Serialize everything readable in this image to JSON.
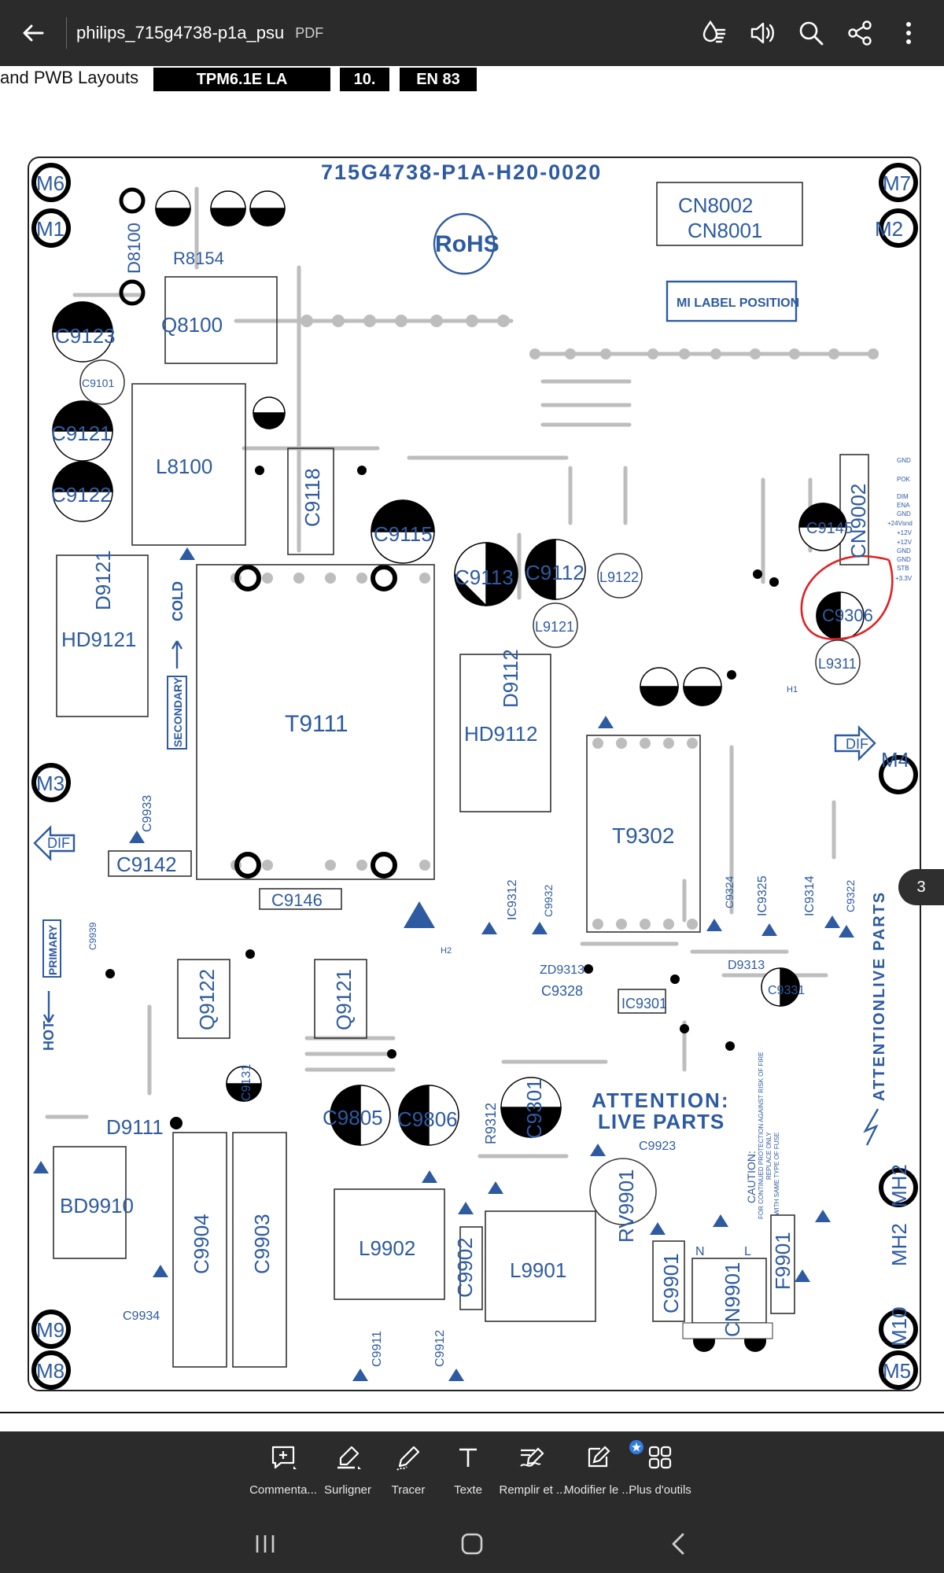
{
  "app": {
    "file_name": "philips_715g4738-p1a_psu",
    "file_type": "PDF",
    "icons": [
      "back-arrow-icon",
      "read-aloud-drop-icon",
      "speaker-icon",
      "search-icon",
      "share-icon",
      "more-vertical-icon"
    ]
  },
  "page_header": {
    "title": "and PWB Layouts",
    "model": "TPM6.1E LA",
    "section": "10.",
    "page": "EN 83"
  },
  "board": {
    "part_number": "715G4738-P1A-H20-0020",
    "rohs": "RoHS",
    "mi_label": "MI LABEL POSITION",
    "attention": [
      "ATTENTION:",
      "LIVE PARTS"
    ],
    "attention_side": "ATTENTIONLIVE PARTS",
    "cold": "COLD",
    "secondary": "SECONDARY",
    "hot": "HOT",
    "primary": "PRIMARY",
    "caution": [
      "CAUTION:",
      "FOR CONTINUED PROTECTION AGAINST RISK OF FIRE",
      "REPLACE ONLY",
      "WITH SAME TYPE OF FUSE"
    ],
    "cn9002_pins": [
      "GND",
      "POK",
      "DIM",
      "ENA",
      "GND",
      "+24Vsnd",
      "+12V",
      "+12V",
      "GND",
      "GND",
      "STB",
      "+3.3V"
    ],
    "labels": {
      "m6": "M6",
      "m7": "M7",
      "m1": "M1",
      "m2": "M2",
      "m3": "M3",
      "m4": "M4",
      "m9": "M9",
      "m8": "M8",
      "m10": "M10",
      "m5": "M5",
      "mh2": "MH2",
      "mh1": "MH2",
      "d8100": "D8100",
      "r8154": "R8154",
      "c9123": "C9123",
      "q8100": "Q8100",
      "c9101": "C9101",
      "c9121": "C9121",
      "c9122": "C9122",
      "l8100": "L8100",
      "c9118": "C9118",
      "c9115": "C9115",
      "c9113": "C9113",
      "c9112": "C9112",
      "l9122": "L9122",
      "l9121": "L9121",
      "cn8002": "CN8002",
      "cn8001": "CN8001",
      "cn9002": "CN9002",
      "c9145": "C9145",
      "c9306": "C9306",
      "l9311": "L9311",
      "d9121": "D9121",
      "hd9121": "HD9121",
      "t9111": "T9111",
      "d9112": "D9112",
      "hd9112": "HD9112",
      "t9302": "T9302",
      "c9933": "C9933",
      "c9142": "C9142",
      "c9146": "C9146",
      "dif_left": "DIF",
      "dif_right": "DIF",
      "q9122": "Q9122",
      "q9121": "Q9121",
      "zd9313": "ZD9313",
      "c9328": "C9328",
      "ic9301": "IC9301",
      "c9331": "C9331",
      "d9313": "D9313",
      "d9111": "D9111",
      "c9131": "C9131",
      "c9805": "C9805",
      "c9806": "C9806",
      "r9312": "R9312",
      "c9301": "C9301",
      "c9923": "C9923",
      "bd9910": "BD9910",
      "c9904": "C9904",
      "c9903": "C9903",
      "l9902": "L9902",
      "c9902": "C9902",
      "l9901": "L9901",
      "rv9901": "RV9901",
      "c9901": "C9901",
      "cn9901": "CN9901",
      "f9901": "F9901",
      "c9934": "C9934",
      "c9911": "C9911",
      "c9912": "C9912",
      "h1": "H1",
      "h2": "H2",
      "ic9312": "IC9312",
      "c9932": "C9932",
      "c9324": "C9324",
      "ic9325": "IC9325",
      "ic9314": "IC9314",
      "c9322": "C9322",
      "c9939": "C9939",
      "n": "N",
      "l": "L"
    }
  },
  "page_indicator": "3",
  "tools": [
    {
      "label": "Commenta...",
      "icon": "comment-add-icon"
    },
    {
      "label": "Surligner",
      "icon": "highlighter-icon"
    },
    {
      "label": "Tracer",
      "icon": "draw-pen-icon"
    },
    {
      "label": "Texte",
      "icon": "text-icon"
    },
    {
      "label": "Remplir et ...",
      "icon": "fill-sign-icon"
    },
    {
      "label": "Modifier le ...",
      "icon": "edit-pdf-icon"
    },
    {
      "label": "Plus d'outils",
      "icon": "more-tools-icon"
    }
  ],
  "nav": [
    "recent-apps-icon",
    "home-icon",
    "back-icon"
  ],
  "colors": {
    "bar": "#2b2b2b",
    "label_blue": "#2d5aa0",
    "annotation_red": "#e02020",
    "badge_blue": "#2f7de1"
  }
}
